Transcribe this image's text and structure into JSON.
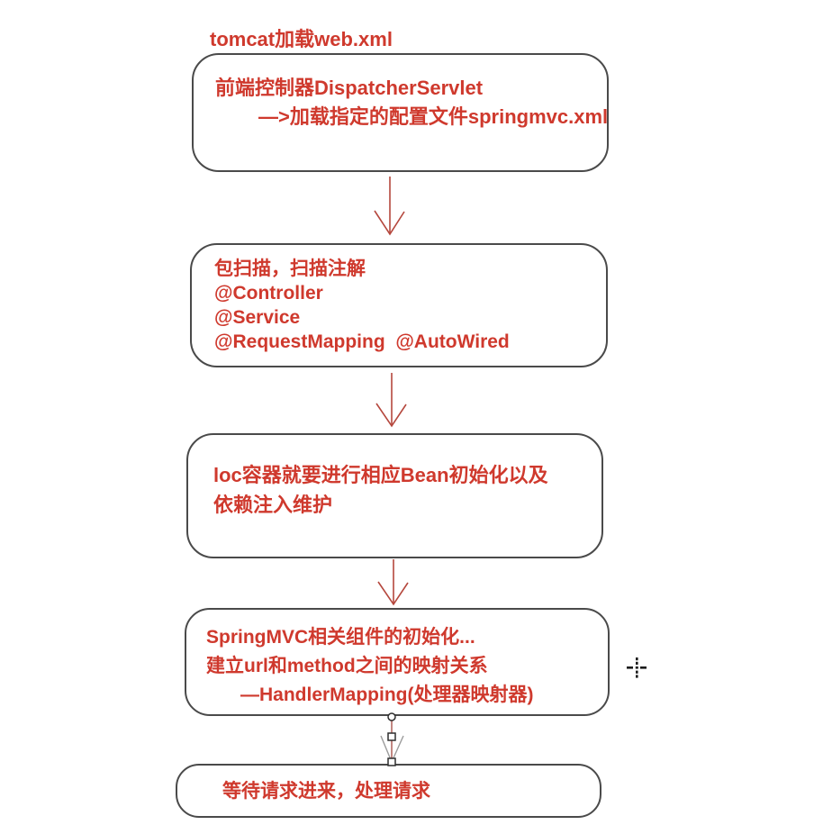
{
  "colors": {
    "text_red": "#cf392d",
    "shape_border_gray": "#4a4a4a",
    "connector_red": "#b5473d",
    "background": "#ffffff",
    "handle_fill": "#ffffff",
    "handle_border": "#2e2e2e"
  },
  "title": "tomcat加载web.xml",
  "flowchart": {
    "nodes": [
      {
        "name": "front-controller-node",
        "lines": [
          "前端控制器DispatcherServlet",
          "—>加载指定的配置文件springmvc.xml"
        ]
      },
      {
        "name": "package-scan-node",
        "lines": [
          "包扫描，扫描注解",
          "@Controller",
          "@Service",
          "@RequestMapping  @AutoWired"
        ]
      },
      {
        "name": "ioc-container-node",
        "lines": [
          "loc容器就要进行相应Bean初始化以及",
          "依赖注入维护"
        ]
      },
      {
        "name": "springmvc-components-node",
        "lines": [
          "SpringMVC相关组件的初始化...",
          "建立url和method之间的映射关系",
          "—HandlerMapping(处理器映射器)"
        ]
      },
      {
        "name": "wait-request-node",
        "lines": [
          "等待请求进来，处理请求"
        ]
      }
    ],
    "connectors": [
      {
        "name": "arrow-1",
        "selected": false
      },
      {
        "name": "arrow-2",
        "selected": false
      },
      {
        "name": "arrow-3",
        "selected": false
      },
      {
        "name": "arrow-4",
        "selected": true
      }
    ],
    "cursor_icon": "crosshair-icon"
  }
}
